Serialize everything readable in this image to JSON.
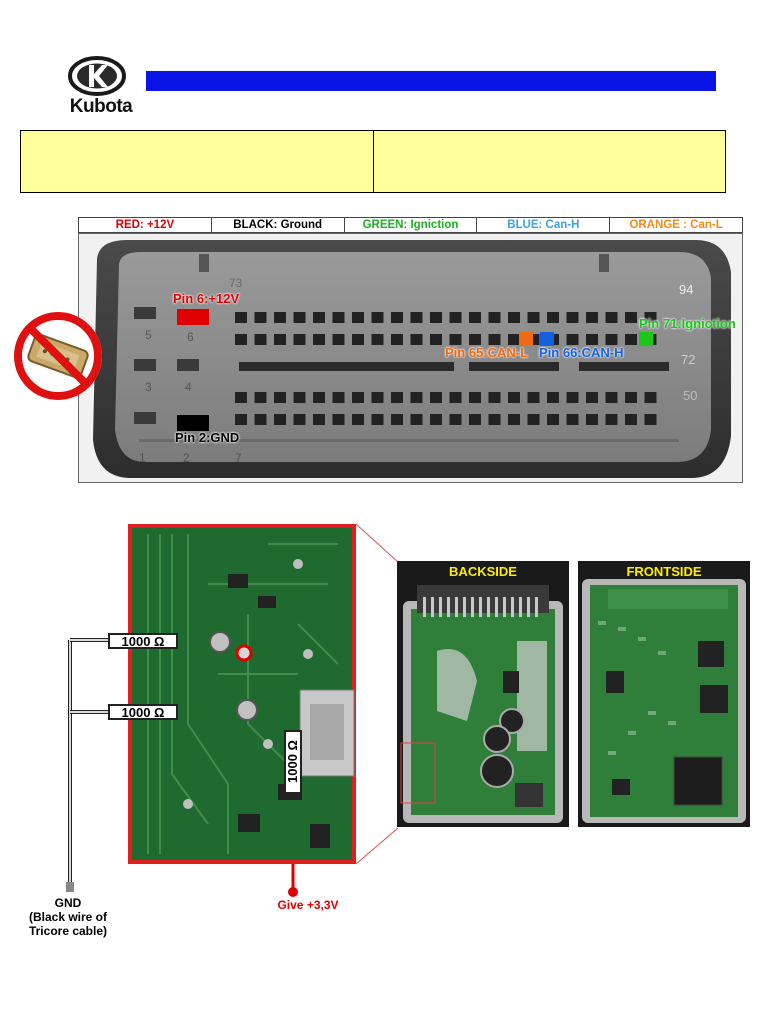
{
  "header": {
    "logo_text": "Kubota",
    "title_bar_color": "#0a14e6"
  },
  "info_table": {
    "background": "#ffff99",
    "cells": [
      "",
      ""
    ]
  },
  "legend": [
    {
      "text": "RED: +12V",
      "color": "#e00000"
    },
    {
      "text": "BLACK: Ground",
      "color": "#000000"
    },
    {
      "text": "GREEN: Igniction",
      "color": "#1fae1f"
    },
    {
      "text": "BLUE: Can-H",
      "color": "#3aa0e6"
    },
    {
      "text": "ORANGE : Can-L",
      "color": "#f08a1a"
    }
  ],
  "connector": {
    "numbers": {
      "n5": "5",
      "n6": "6",
      "n3": "3",
      "n4": "4",
      "n1": "1",
      "n2": "2",
      "n7": "7",
      "n73": "73",
      "n94": "94",
      "n72": "72",
      "n50": "50"
    },
    "pins": {
      "pin6": {
        "label": "Pin 6:+12V",
        "color": "#e00000"
      },
      "pin2": {
        "label": "Pin 2:GND",
        "color": "#000000"
      },
      "pin65": {
        "label": "Pin 65:CAN-L",
        "color": "#f06a10"
      },
      "pin66": {
        "label": "Pin 66:CAN-H",
        "color": "#1560e0"
      },
      "pin71": {
        "label": "Pin 71:Igniction",
        "color": "#19c819"
      }
    }
  },
  "pcb": {
    "resistor_top": "1000 Ω",
    "resistor_mid": "1000 Ω",
    "resistor_vertical": "1000 Ω",
    "gnd_title": "GND",
    "gnd_note_line1": "(Black wire of",
    "gnd_note_line2": "Tricore cable)",
    "give_label": "Give +3,3V",
    "backside_title": "BACKSIDE",
    "frontside_title": "FRONTSIDE"
  }
}
